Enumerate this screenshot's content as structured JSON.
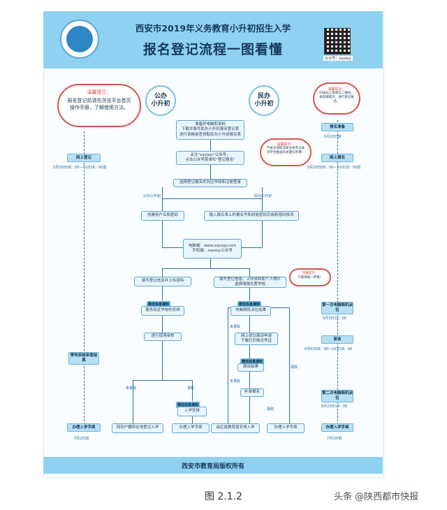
{
  "header": {
    "title_line1": "西安市2019年义务教育小升初招生入学",
    "title_line2": "报名登记流程一图看懂",
    "qr_label": "公众号：xaywjy"
  },
  "tracks": {
    "public": "公办\n小升初",
    "private": "民办\n小升初"
  },
  "tips": {
    "left_title": "温馨提示：",
    "left_text": "报名登记前请先浏览平台首页操作手册，了解使用方法。",
    "right_title": "温馨提示：",
    "right_text": "扫描右上角微信二维码，按前端提示，进行登记报名。",
    "mid_title": "温馨提示：",
    "mid_text": "不关注或取消关注将无法收到平台推送的关键信息哦！",
    "low_title": "温馨提示：",
    "low_text": "只能填报一所哦！"
  },
  "flow": {
    "step1": "准备好电脑和资料\n下载并填写民办小升初报名登记表\n进行资格审查领取民办小升初报名表",
    "step2": "关注\"xaywjy\"公众号，\n点击公众号菜单栏\"登记报名\"",
    "step3": "选择登记报名的对应学段和注册登录",
    "gong_label": "公办小升初",
    "min_label": "民办小升初",
    "step4a": "创建用户名和密码",
    "step4b": "输入报名表上的报名号和初始密码完成新密码修改",
    "step5": "电脑端：www.xaywjy.com\n手机端：xaywjy公众号",
    "step6a": "填写登记信息并上传资料",
    "step6b": "填写登记信息、上传资料和个人照片\n选择填报志愿学校",
    "step7a_tag": "微信信息通知",
    "step7a": "服务就近学校的安排",
    "step7b_tag": "微信信息通知",
    "step7b": "电脑随机派位结果",
    "step8a": "进行现场审核",
    "step8b": "网上提交面谈申请\n下载打印面谈凭证",
    "step9b_tag": "微信信息通知",
    "step9b": "面谈结果",
    "step10b": "补录报名",
    "step11a_tag": "微信信息通知",
    "step11a": "入学安排",
    "end1": "回到户籍所在地登记入学",
    "end2": "办理入学手续",
    "end3": "由区县教育局安排入学",
    "end4": "办理入学手续",
    "not_admitted": "未录取",
    "admitted": "录取"
  },
  "left_timeline": [
    {
      "label": "网上登记",
      "date": "5月20日08：00—31日18：00前"
    },
    {
      "label": "等待资格审查结果",
      "date": ""
    },
    {
      "label": "办理入学手续",
      "date": "7月2日前"
    }
  ],
  "right_timeline": [
    {
      "label": "报名准备",
      "date": "5月20日前"
    },
    {
      "label": "网上报名",
      "date": "5月20日08：00—31日18：00前"
    },
    {
      "label": "第一次电脑随机派位",
      "date": "6月3日10：00"
    },
    {
      "label": "面谈",
      "date": "6月6日08：00—10日18：00"
    },
    {
      "label": "第二次电脑随机派位",
      "date": "6月23日14：00"
    },
    {
      "label": "办理入学手续",
      "date": "7月2日前"
    }
  ],
  "footer": "西安市教育局版权所有",
  "caption": "图 2.1.2",
  "watermark": "头条 @陕西都市快报"
}
